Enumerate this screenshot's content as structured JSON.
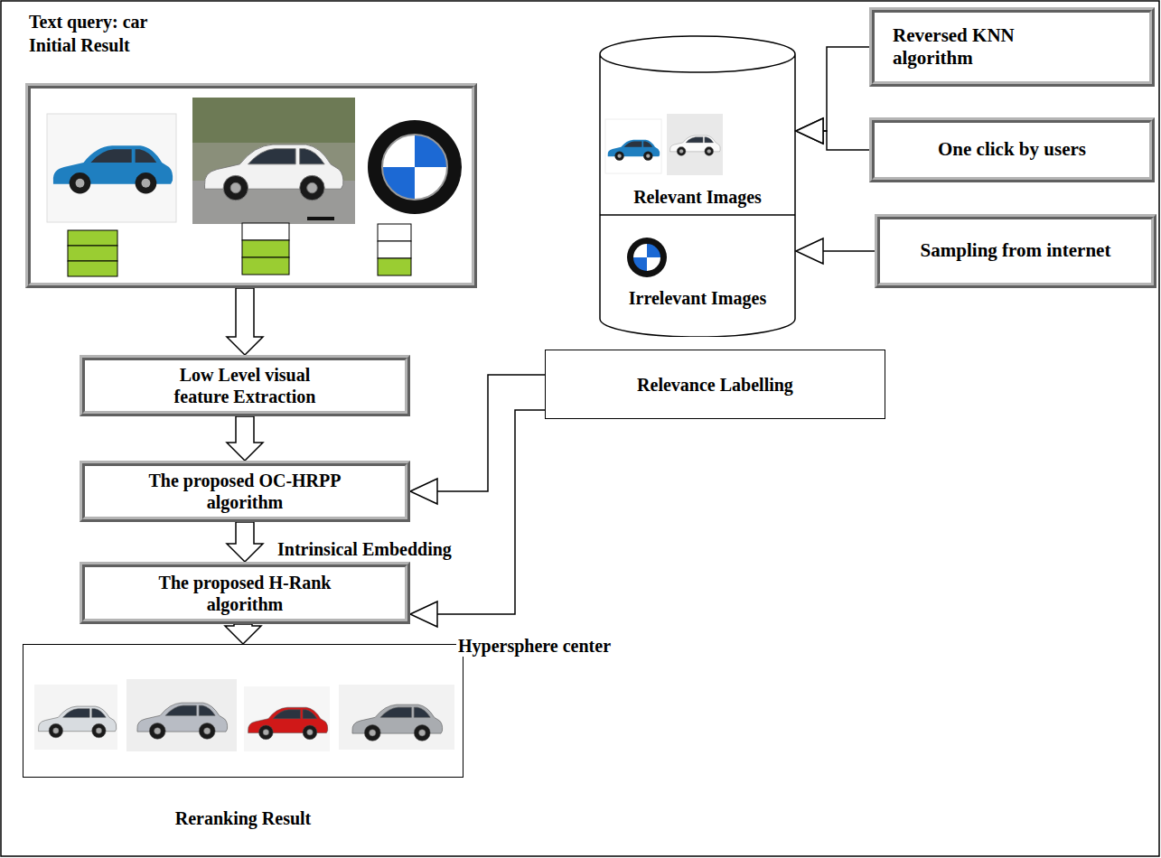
{
  "diagram": {
    "nodes": [
      {
        "text": [
          "Initial Result"
        ]
      },
      {
        "text": [
          "Relevant Images",
          "Irrelevant Images"
        ]
      },
      {
        "text": [
          "Reversed KNN algorithm"
        ]
      },
      {
        "text": [
          "One click by users"
        ]
      },
      {
        "text": [
          "Sampling from internet"
        ]
      },
      {
        "text": [
          "Low Level visual feature Extraction"
        ]
      },
      {
        "text": [
          "Relevance Labelling"
        ]
      },
      {
        "text": [
          "The proposed OC-HRPP algorithm"
        ]
      },
      {
        "text": [
          "The proposed H-Rank algorithm"
        ]
      },
      {
        "text": [
          "Reranking Result"
        ]
      }
    ],
    "edges": [
      {
        "from": 2,
        "to": 1,
        "arrow": "to"
      },
      {
        "from": 3,
        "to": 1,
        "arrow": "to"
      },
      {
        "from": 4,
        "to": 1,
        "arrow": "to"
      },
      {
        "from": 0,
        "to": 5,
        "arrow": "to"
      },
      {
        "from": 5,
        "to": 7,
        "arrow": "to"
      },
      {
        "from": 7,
        "to": 8,
        "label": "Intrinsical Embedding",
        "arrow": "to"
      },
      {
        "from": 8,
        "to": 9,
        "arrow": "to"
      },
      {
        "from": 6,
        "to": 7,
        "arrow": "to"
      },
      {
        "from": 6,
        "to": 8,
        "label": "Hypersphere center",
        "arrow": "to"
      }
    ],
    "labels": [
      "Text query: car"
    ]
  }
}
